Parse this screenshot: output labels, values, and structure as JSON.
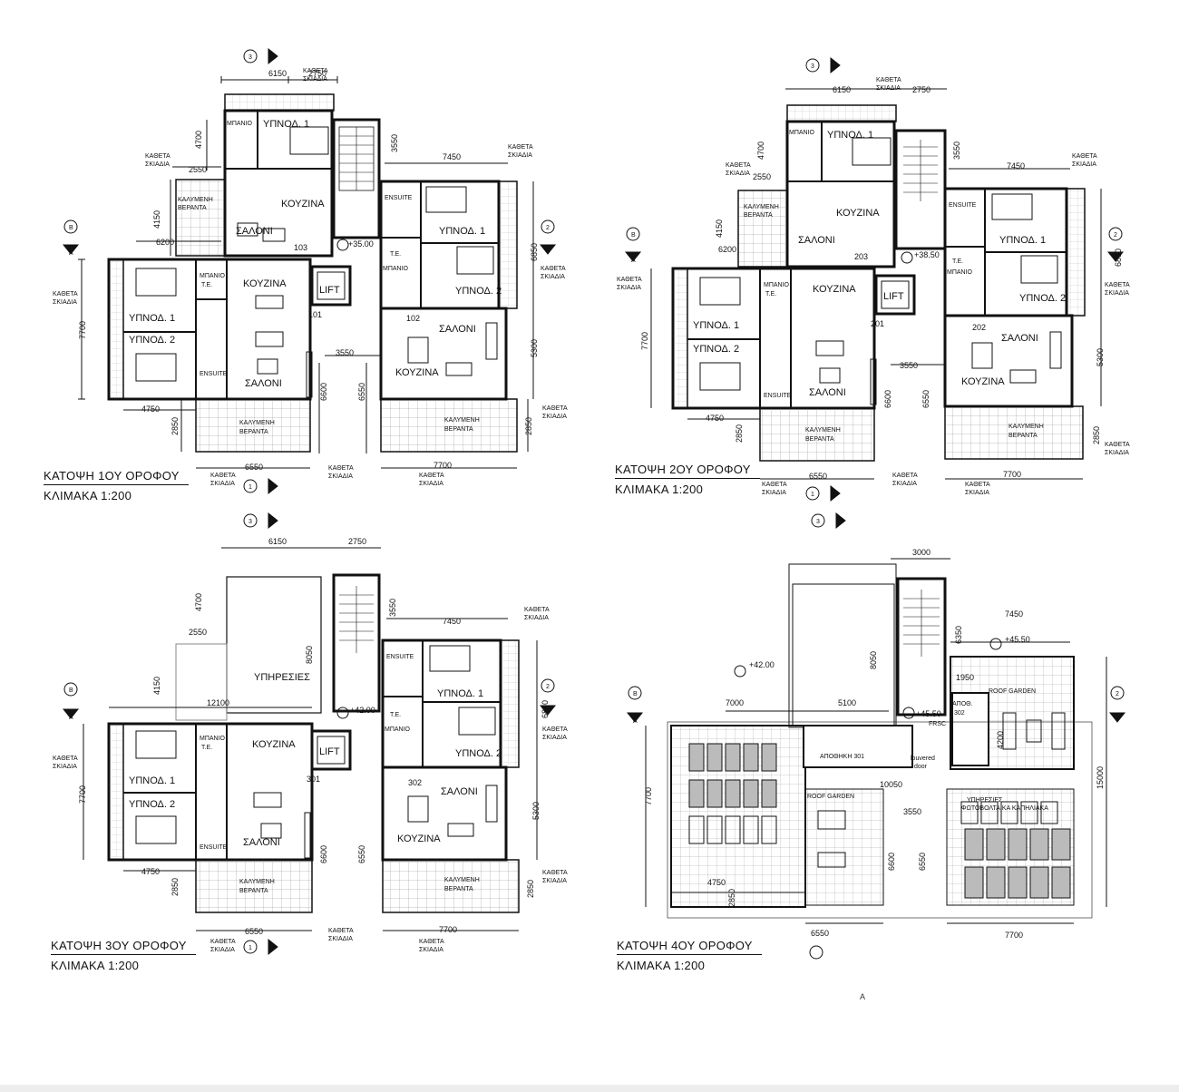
{
  "drawings": [
    {
      "id": "floor1",
      "title": "ΚΑΤΟΨΗ 1ΟΥ ΟΡΟΦΟΥ",
      "scale": "ΚΛΙΜΑΚΑ 1:200",
      "apartments": [
        "101",
        "102",
        "103"
      ],
      "level": "+35.00",
      "dims": {
        "d6150": "6150",
        "d2750": "2750",
        "d4700": "4700",
        "d3550": "3550",
        "d2550": "2550",
        "d7450": "7450",
        "d4150": "4150",
        "d6850": "6850",
        "d6200": "6200",
        "d7700v": "7700",
        "d5300": "5300",
        "d3550b": "3550",
        "d6600": "6600",
        "d6550": "6550",
        "d4750": "4750",
        "d2850": "2850",
        "d2850b": "2850",
        "d6550b": "6550",
        "d7700": "7700"
      }
    },
    {
      "id": "floor2",
      "title": "ΚΑΤΟΨΗ 2ΟΥ ΟΡΟΦΟΥ",
      "scale": "ΚΛΙΜΑΚΑ 1:200",
      "apartments": [
        "201",
        "202",
        "203"
      ],
      "level": "+38.50",
      "dims": {
        "d6150": "6150",
        "d2750": "2750",
        "d4700": "4700",
        "d3550": "3550",
        "d2550": "2550",
        "d7450": "7450",
        "d4150": "4150",
        "d6850": "6850",
        "d6200": "6200",
        "d7700v": "7700",
        "d5300": "5300",
        "d3550b": "3550",
        "d6600": "6600",
        "d6550": "6550",
        "d4750": "4750",
        "d2850": "2850",
        "d2850b": "2850",
        "d6550b": "6550",
        "d7700": "7700"
      }
    },
    {
      "id": "floor3",
      "title": "ΚΑΤΟΨΗ 3ΟΥ ΟΡΟΦΟΥ",
      "scale": "ΚΛΙΜΑΚΑ 1:200",
      "apartments": [
        "301",
        "302"
      ],
      "level": "+42.00",
      "services_label": "ΥΠΗΡΕΣΙΕΣ",
      "dims": {
        "d6150": "6150",
        "d2750": "2750",
        "d4700": "4700",
        "d3550": "3550",
        "d2550": "2550",
        "d7450": "7450",
        "d4150": "4150",
        "d6850": "6850",
        "d12100": "12100",
        "d8050": "8050",
        "d7700v": "7700",
        "d5300": "5300",
        "d6600": "6600",
        "d6550": "6550",
        "d4750": "4750",
        "d2850": "2850",
        "d2850b": "2850",
        "d6550b": "6550",
        "d7700": "7700"
      }
    },
    {
      "id": "floor4",
      "title": "ΚΑΤΟΨΗ 4ΟΥ ΟΡΟΦΟΥ",
      "scale": "ΚΛΙΜΑΚΑ 1:200",
      "labels": {
        "roof_garden": "ROOF GARDEN",
        "storage301": "ΑΠΟΘΗΚΗ 301",
        "storage302_a": "ΑΠΟΘ.",
        "storage302_b": "302",
        "louvered_a": "louvered",
        "louvered_b": "door",
        "services_a": "ΥΠΗΡΕΣΙΕΣ",
        "services_b": "ΦΩΤΟΒΟΛΤΑΙΚΑ ΚΑΠΗΛΙΑΚΑ",
        "frsc": "FRSC"
      },
      "levels": {
        "l1": "+42.00",
        "l2": "+45.50",
        "l3": "+45.50"
      },
      "dims": {
        "d3000": "3000",
        "d7450": "7450",
        "d8050": "8050",
        "d6350": "6350",
        "d1950": "1950",
        "d7000": "7000",
        "d5100": "5100",
        "d4200": "4200",
        "d10050": "10050",
        "d15000": "15000",
        "d7700v": "7700",
        "d3550": "3550",
        "d6600": "6600",
        "d6550": "6550",
        "d4750": "4750",
        "d2850": "2850",
        "d6550b": "6550",
        "d7700": "7700"
      }
    }
  ],
  "labels": {
    "bedroom1": "ΥΠΝΟΔ. 1",
    "bedroom2": "ΥΠΝΟΔ. 2",
    "kitchen": "ΚΟΥΖΙΝΑ",
    "living": "ΣΑΛΟΝΙ",
    "bathroom": "ΜΠΑΝΙΟ",
    "ensuite": "ENSUITE",
    "te": "Τ.Ε.",
    "lift": "LIFT",
    "veranda_a": "ΚΑΛΥΜΕΝΗ",
    "veranda_b": "ΒΕΡΑΝΤΑ",
    "shade_a": "ΚΑΘΕΤΑ",
    "shade_b": "ΣΚΙΑΔΙΑ",
    "sec_a": "A",
    "sec_b": "B",
    "sec_1": "1",
    "sec_2": "2",
    "sec_3": "3"
  },
  "margin_note": "Α"
}
